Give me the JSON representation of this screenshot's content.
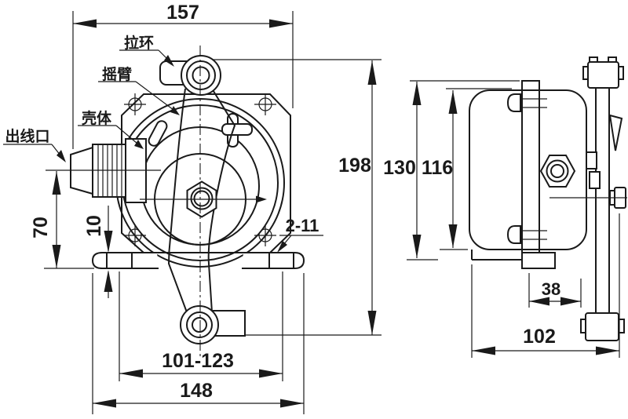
{
  "drawing": {
    "front_view": {
      "part_labels": {
        "pull_ring": "拉环",
        "rocker_arm": "摇臂",
        "housing": "壳体",
        "cable_outlet": "出线口"
      },
      "dimensions": {
        "overall_width": "157",
        "overall_height": "198",
        "outlet_height": "70",
        "foot_thickness": "10",
        "mounting_holes": "2-11",
        "slot_spacing": "101-123",
        "foot_width": "148"
      }
    },
    "side_view": {
      "dimensions": {
        "plate_height": "130",
        "body_height": "116",
        "plate_to_rope": "38",
        "overall_depth": "102"
      }
    },
    "style": {
      "line_color": "#1a1a1a",
      "background": "#ffffff"
    }
  }
}
